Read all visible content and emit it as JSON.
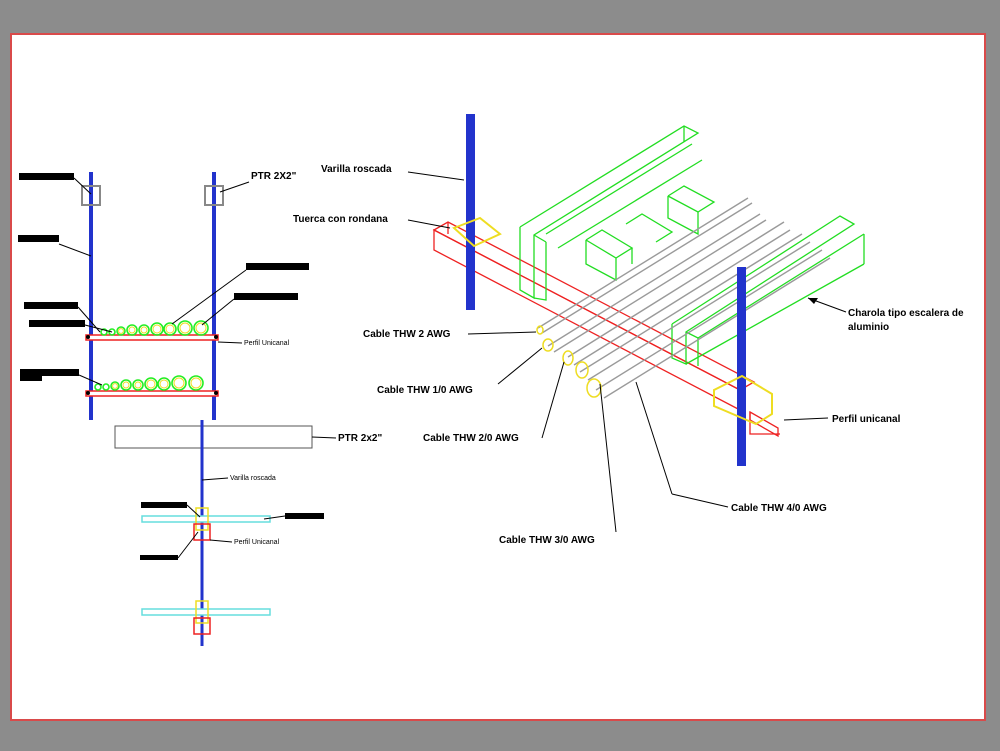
{
  "colors": {
    "background": "#8c8c8c",
    "sheet": "#ffffff",
    "border": "#d94a4a",
    "rod": "#2233cc",
    "tray": "#22dd22",
    "channel": "#ee2222",
    "nut": "#eedd22",
    "cable": "#9a9a9a",
    "ptr": "#888888",
    "cyan": "#66dddd"
  },
  "elevation": {
    "labels": {
      "ptr_top": "PTR 2X2\"",
      "perfil_upper": "Perfil Unicanal",
      "ptr_bottom": "PTR 2x2\"",
      "varilla": "Varilla roscada",
      "perfil_lower": "Perfil Unicanal"
    }
  },
  "isometric": {
    "labels": {
      "varilla": "Varilla roscada",
      "tuerca": "Tuerca con rondana",
      "charola_line1": "Charola tipo escalera de",
      "charola_line2": "aluminio",
      "cable_2awg": "Cable THW 2 AWG",
      "cable_10awg": "Cable THW 1/0 AWG",
      "cable_20awg": "Cable THW 2/0 AWG",
      "cable_30awg": "Cable THW 3/0 AWG",
      "cable_40awg": "Cable THW 4/0 AWG",
      "perfil": "Perfil unicanal"
    }
  }
}
